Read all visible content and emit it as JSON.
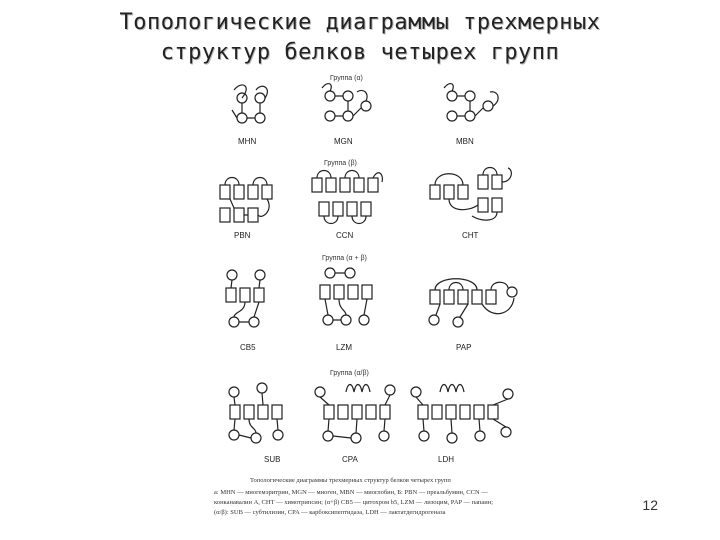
{
  "slide": {
    "title_line1": "Топологические диаграммы трехмерных",
    "title_line2": "структур белков четырех групп",
    "page_number": "12"
  },
  "figure": {
    "groups": [
      {
        "label": "Группа (α)",
        "diagrams": [
          "MHN",
          "MGN",
          "MBN"
        ]
      },
      {
        "label": "Группа (β)",
        "diagrams": [
          "PBN",
          "CCN",
          "CHT"
        ]
      },
      {
        "label": "Группа (α + β)",
        "diagrams": [
          "CB5",
          "LZM",
          "PAP"
        ]
      },
      {
        "label": "Группа (α/β)",
        "diagrams": [
          "SUB",
          "CPA",
          "LDH"
        ]
      }
    ],
    "caption_title": "Топологические диаграммы трехмерных структур белков четырех групп",
    "caption_line1": "а: MHN — миогемэритрин, MGN — миоген, MBN — миоглобин, Б: PBN — преальбумин, CCN —",
    "caption_line2": "конканавалин А, CHT — химотрипсин; (α+β) CB5 — цитохром b5, LZM — лизоцим, PAP — папаин;",
    "caption_line3": "(α/β): SUB — субтилизин, CPA — карбоксипептидаза, LDH — лактатдегидрогеназа"
  }
}
